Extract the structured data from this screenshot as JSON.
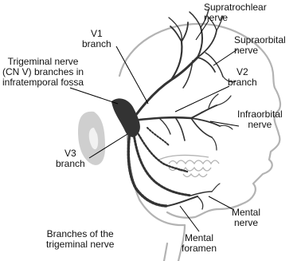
{
  "labels": {
    "supratrochlear": "Supratrochlear\nnerve",
    "v1": "V1\nbranch",
    "supraorbital": "Supraorbital\nnerve",
    "trigeminal": "Trigeminal nerve\n(CN V) branches in\ninfratemporal fossa",
    "v2": "V2\nbranch",
    "infraorbital": "Infraorbital\nnerve",
    "v3": "V3\nbranch",
    "mental_nerve": "Mental\nnerve",
    "caption": "Branches of the\ntrigeminal nerve",
    "mental_foramen": "Mental\nforamen"
  },
  "colors": {
    "nerve": "#333333",
    "outline": "#b3b3b3",
    "ear": "#cfcfcf",
    "leader": "#000000"
  }
}
